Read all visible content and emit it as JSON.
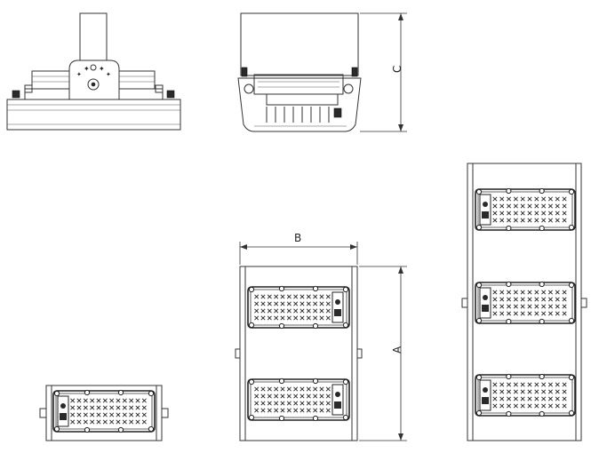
{
  "dimensions": {
    "a_label": "A",
    "b_label": "B",
    "c_label": "C"
  },
  "views": {
    "side_view_modules": 1,
    "front_view_modules": 1,
    "two_module_fixture": 2,
    "three_module_fixture": 3,
    "single_module_fixture": 1
  },
  "colors": {
    "line": "#333333",
    "background": "#ffffff",
    "module_fill": "#2a2a2a"
  }
}
